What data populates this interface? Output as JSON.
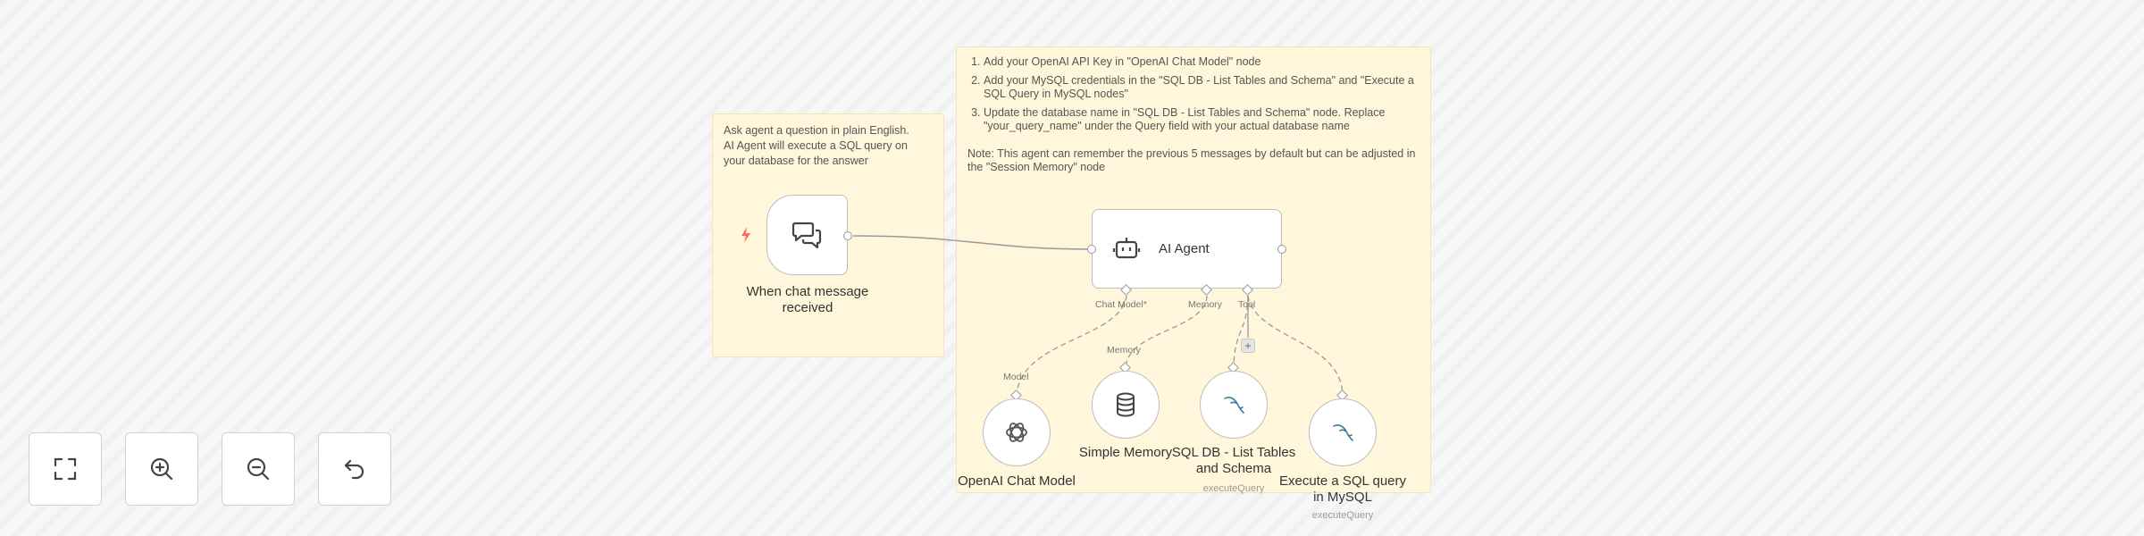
{
  "sticky_notes": {
    "left": {
      "lines": [
        "Ask agent a question in plain English.",
        "AI Agent will execute a SQL query on",
        "your database for the answer"
      ]
    },
    "right": {
      "steps": [
        "Add your OpenAI API Key in \"OpenAI Chat Model\" node",
        "Add your MySQL credentials in the \"SQL DB - List Tables and Schema\" and \"Execute a SQL Query in MySQL nodes\"",
        "Update the database name in \"SQL DB - List Tables and Schema\" node. Replace \"your_query_name\" under the Query field with your actual database name"
      ],
      "note": "Note: This agent can remember the previous 5 messages by default but can be adjusted in the \"Session Memory\" node"
    }
  },
  "nodes": {
    "trigger": {
      "label_line1": "When chat message",
      "label_line2": "received",
      "icon": "chat-bubbles-icon"
    },
    "agent": {
      "title": "AI Agent",
      "icon": "robot-icon"
    },
    "ports": {
      "chat_model": "Chat Model*",
      "memory": "Memory",
      "tool": "Tool",
      "model": "Model",
      "memory_in": "Memory"
    },
    "openai": {
      "label": "OpenAI Chat Model",
      "icon": "openai-icon"
    },
    "memory": {
      "label": "Simple Memory",
      "icon": "database-icon"
    },
    "sql_list": {
      "label_line1": "SQL DB - List Tables",
      "label_line2": "and Schema",
      "sub": "executeQuery",
      "icon": "mysql-dolphin-icon"
    },
    "sql_exec": {
      "label_line1": "Execute a SQL query",
      "label_line2": "in MySQL",
      "sub": "executeQuery",
      "icon": "mysql-dolphin-icon"
    },
    "add_tool": "+"
  },
  "controls": {
    "fit": "fit-view-icon",
    "zoom_in": "zoom-in-icon",
    "zoom_out": "zoom-out-icon",
    "undo": "undo-icon"
  },
  "colors": {
    "sticky": "#fff6db",
    "trigger_bolt": "#ff6d5a",
    "border": "#bdbdbd"
  }
}
